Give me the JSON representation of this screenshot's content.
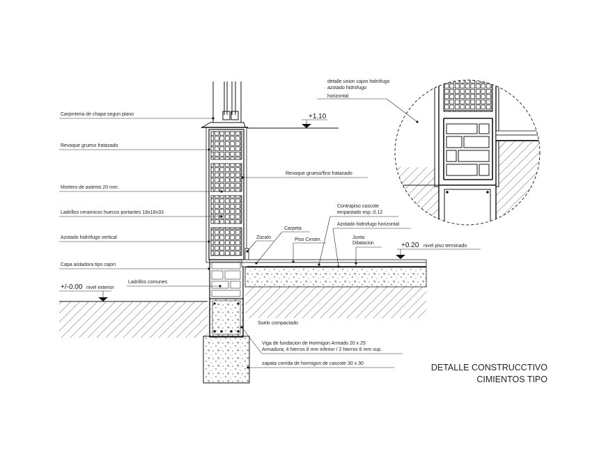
{
  "labels": {
    "carpinteria": "Carpinteria de chapa segun plano",
    "revoque_grueso": "Revoque grueso fratazado",
    "mortero": "Mortero de asiento 20 mm.",
    "ladrillos_ceramicos": "Ladrillos ceramicos huecos portantes 18x18x33",
    "azotado_vertical": "Azotado hidrófugo vertical",
    "capa_aisladora": "Capa aisladora tipo cajon",
    "ladrillos_comunes": "Ladrillos comunes",
    "nivel_exterior_value": "+/-0.00",
    "nivel_exterior_text": "nivel exterior",
    "nivel_110": "+1.10",
    "revoque_fino": "Revoque grueso/fino fratazado",
    "zocalo": "Zocalo",
    "carpeta": "Carpeta",
    "piso_ceram": "Piso Ceram.",
    "contrapiso_line1": "Contrapiso cascote",
    "contrapiso_line2": "empastado esp.:0.12",
    "azotado_horizontal": "Azotado hidrofugo horizontal",
    "junta_line1": "Junta",
    "junta_line2": "Dilatacion",
    "nivel_piso_value": "+0.20",
    "nivel_piso_text": "nivel piso terminado",
    "suelo": "Suelo compactado",
    "viga_line1": "Viga de fundacion  de Hormigon Armado 20 x 25",
    "viga_line2": "Armadura; 4 hierros 8 mm inferior / 2 hierros 6 mm sup.",
    "zapata": "zapata corrida de hormigon de cascote 30 x 30",
    "detalle_line1": "detalle union cajon hidrófugo",
    "detalle_line2": "azotado hidrofugo",
    "detalle_line3": "horizontal"
  },
  "title": {
    "line1": "DETALLE CONSTRUCCTIVO",
    "line2": "CIMIENTOS TIPO"
  }
}
